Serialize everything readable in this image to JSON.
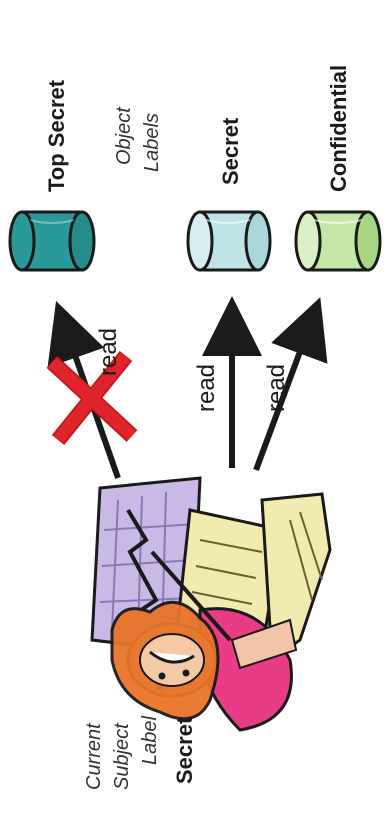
{
  "object_labels_caption": [
    "Object",
    "Labels"
  ],
  "subject_caption": [
    "Current",
    "Subject",
    "Label"
  ],
  "subject_label": "Secret",
  "objects": [
    {
      "label": "Top Secret",
      "color": "#2a9a98"
    },
    {
      "label": "Secret",
      "color": "#bfe3e6"
    },
    {
      "label": "Confidential",
      "color": "#c4e6a6"
    }
  ],
  "arrows": [
    {
      "text": "read",
      "denied": true
    },
    {
      "text": "read",
      "denied": false
    },
    {
      "text": "read",
      "denied": false
    }
  ],
  "colors": {
    "deny": "#e0242c",
    "ink": "#1a1a1a"
  }
}
